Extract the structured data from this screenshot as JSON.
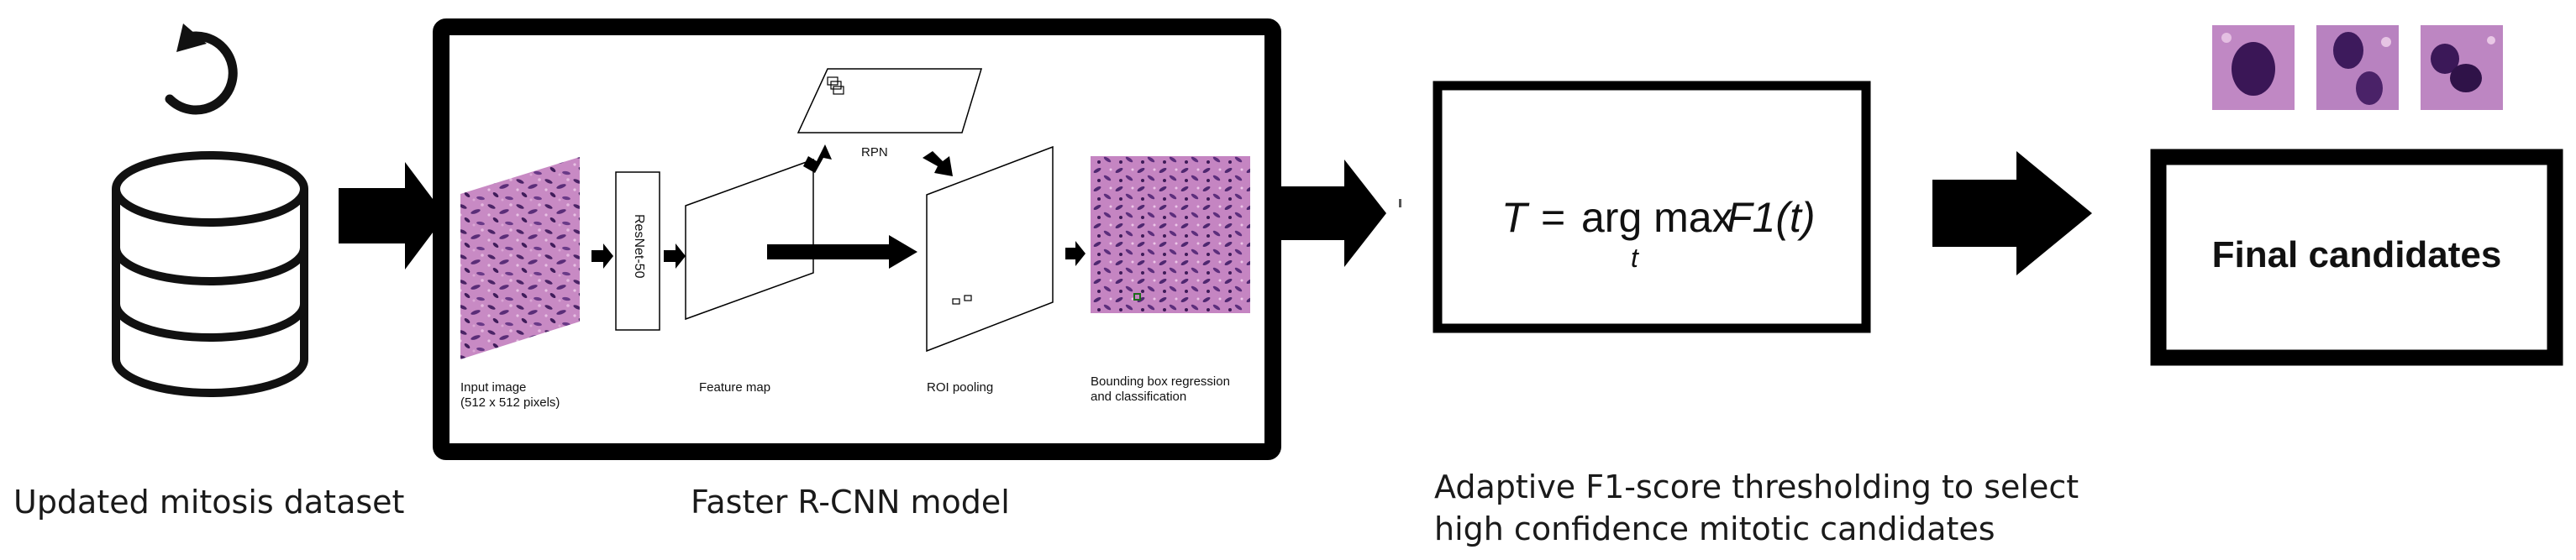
{
  "captions": {
    "dataset": "Updated mitosis dataset",
    "model": "Faster R-CNN model",
    "threshold_line1": "Adaptive F1-score thresholding to select",
    "threshold_line2": "high confidence mitotic candidates"
  },
  "model_labels": {
    "backbone": "ResNet-50",
    "rpn": "RPN",
    "input_line1": "Input image",
    "input_line2": "(512 x 512 pixels)",
    "feature_map": "Feature map",
    "roi_pooling": "ROI pooling",
    "bbox_line1": "Bounding box regression",
    "bbox_line2": "and classification"
  },
  "formula": {
    "lhs": "T",
    "eq": "=",
    "op": "arg max",
    "sub": "t",
    "fn": "F1(t)"
  },
  "final": {
    "label": "Final candidates",
    "thumbnail_count": 3
  },
  "icons": [
    "refresh-icon",
    "database-icon",
    "arrow-right-icon"
  ],
  "colors": {
    "stroke": "#000000",
    "tissue_pink": "#c07ab8",
    "tissue_purple": "#5b2f78"
  }
}
